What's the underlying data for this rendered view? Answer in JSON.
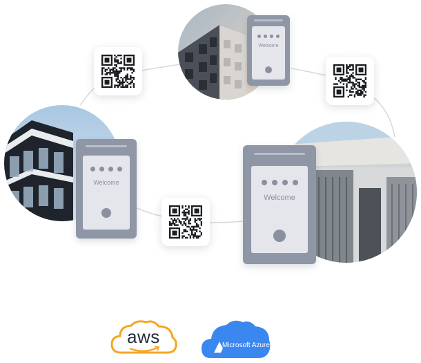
{
  "devices": [
    {
      "welcome": "Welcome"
    },
    {
      "welcome": "Welcome"
    },
    {
      "welcome": "Welcome"
    }
  ],
  "logos": {
    "aws": {
      "text": "aws",
      "icon": "aws-cloud-logo",
      "color": "#f5a623"
    },
    "azure": {
      "text": "Microsoft Azure",
      "icon": "azure-cloud-logo",
      "color": "#3b87f0"
    }
  },
  "qr_icon": "qr-code-icon",
  "colors": {
    "device_body": "#8f96a6",
    "device_screen": "#e4e6ec",
    "connector": "#d5d9e0"
  }
}
